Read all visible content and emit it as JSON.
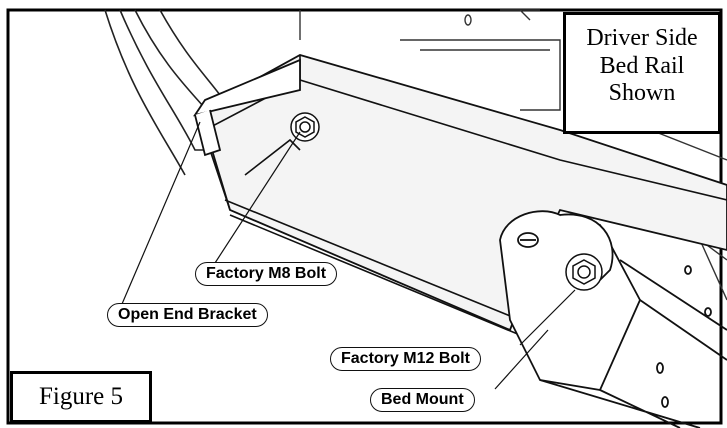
{
  "note_box": {
    "lines": [
      "Driver Side",
      "Bed Rail",
      "Shown"
    ]
  },
  "figure_label": "Figure 5",
  "callouts": {
    "factory_m8_bolt": "Factory M8 Bolt",
    "open_end_bracket": "Open End Bracket",
    "factory_m12_bolt": "Factory M12 Bolt",
    "bed_mount": "Bed Mount"
  }
}
